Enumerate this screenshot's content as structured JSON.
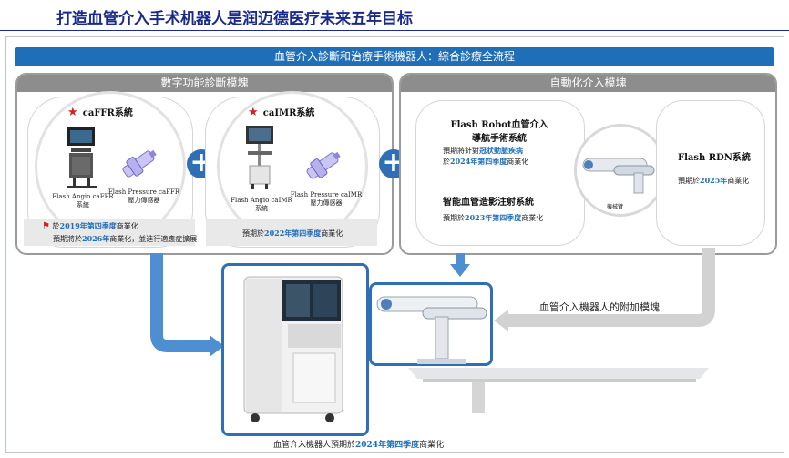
{
  "title": "打造血管介入手术机器人是润迈德医疗未来五年目标",
  "banner": "血管介入診斷和治療手術機器人：綜合診療全流程",
  "left_panel": {
    "header": "數字功能診斷模塊",
    "cafr": {
      "system": "caFFR系統",
      "device1": [
        "Flash Angio caFFR",
        "系統"
      ],
      "device2": [
        "Flash Pressure caFFR",
        "壓力傳感器"
      ],
      "note1_pre": "於",
      "note1_hl": "2019年第四季度",
      "note1_post": "商業化",
      "note2_pre": "預期將於",
      "note2_hl": "2026年",
      "note2_post": "商業化，並進行適應症擴展"
    },
    "caimr": {
      "system": "caIMR系統",
      "device1": [
        "Flash Angio caIMR",
        "系統"
      ],
      "device2": [
        "Flash Pressure caIMR",
        "壓力傳感器"
      ],
      "note_pre": "預期於",
      "note_hl": "2022年第四季度",
      "note_post": "商業化"
    }
  },
  "right_panel": {
    "header": "自動化介入模塊",
    "robot": {
      "name": [
        "Flash Robot血管介入",
        "導航手術系統"
      ],
      "line1_pre": "預期將針對",
      "line1_hl": "冠狀動脈疾病",
      "line2_pre": "於",
      "line2_hl": "2024年第四季度",
      "line2_post": "商業化"
    },
    "injection": {
      "name": "智能血管造影注射系統",
      "line_pre": "預期於",
      "line_hl": "2023年第四季度",
      "line_post": "商業化"
    },
    "arm_label": "機械臂",
    "rdn": {
      "name": "Flash RDN系統",
      "line_pre": "預期於",
      "line_hl": "2025年",
      "line_post": "商業化"
    }
  },
  "addon_label": "血管介入機器人的附加模塊",
  "bottom_caption_pre": "血管介入機器人預期於",
  "bottom_caption_hl": "2024年第四季度",
  "bottom_caption_post": "商業化",
  "colors": {
    "title": "#1a2a8c",
    "banner": "#1f6fb8",
    "panel_header": "#8d8d8d",
    "highlight": "#1f6fb8",
    "star": "#d81e1e"
  }
}
